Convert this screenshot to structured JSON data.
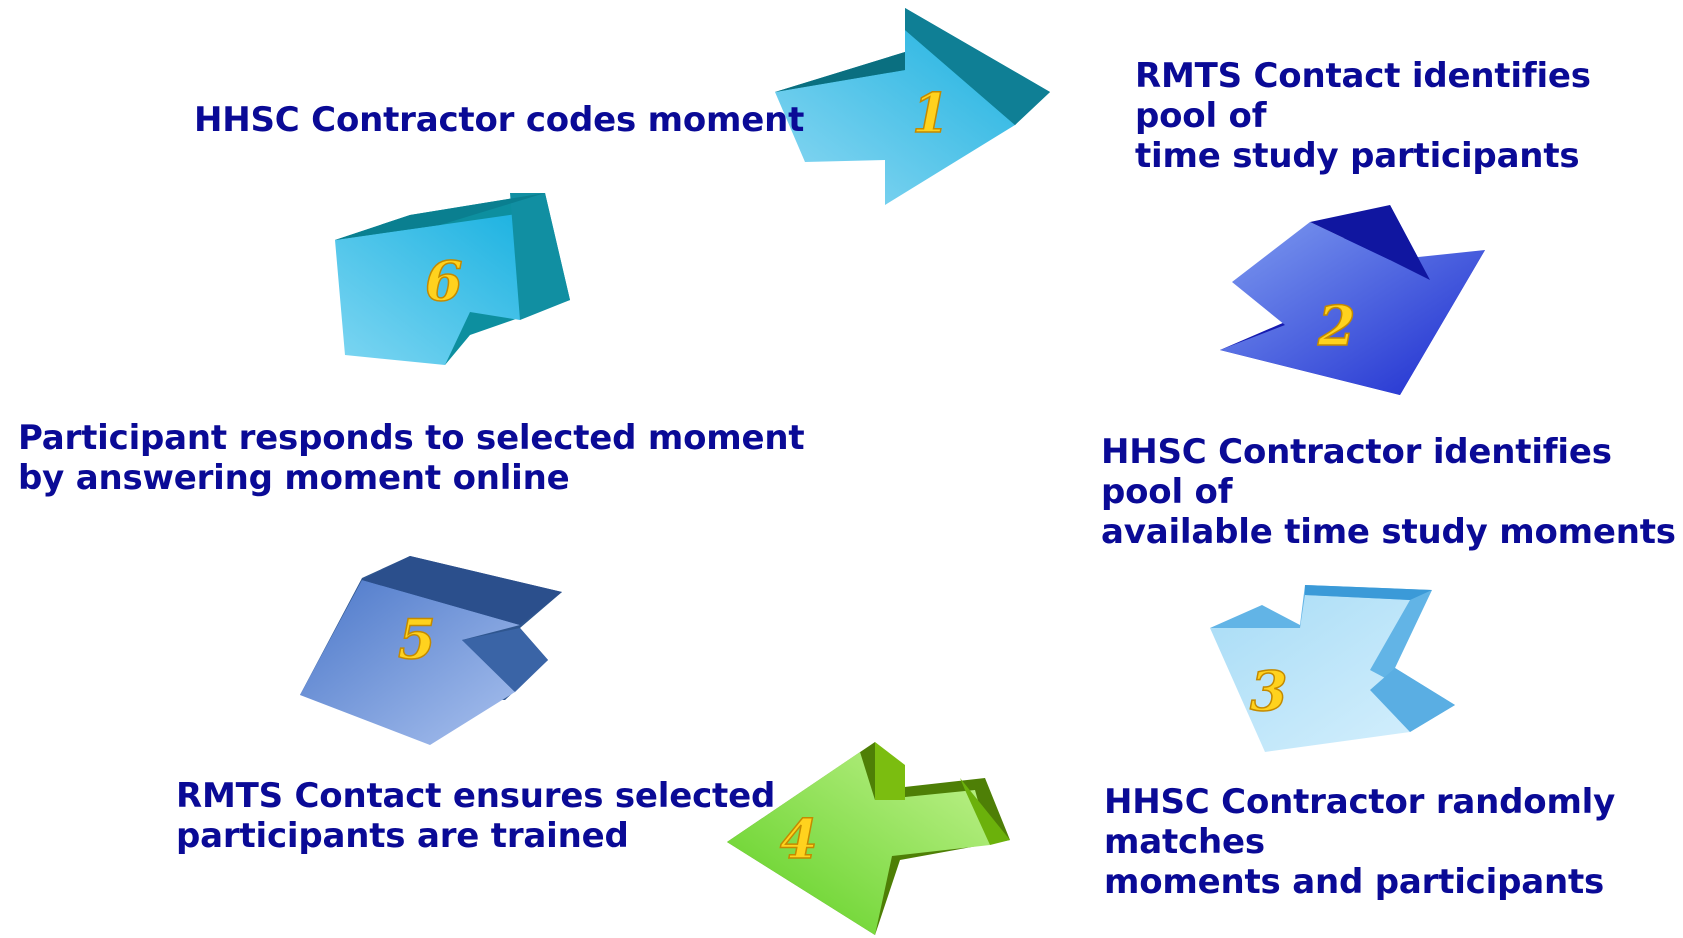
{
  "steps": [
    {
      "number": "1",
      "lines": [
        "RMTS Contact identifies pool of",
        "time study participants"
      ],
      "color": "#2bb7de"
    },
    {
      "number": "2",
      "lines": [
        "HHSC Contractor identifies pool of",
        "available time study moments"
      ],
      "color": "#2a3fd6"
    },
    {
      "number": "3",
      "lines": [
        "HHSC Contractor randomly matches",
        "moments and participants"
      ],
      "color": "#bfe6fb"
    },
    {
      "number": "4",
      "lines": [
        "RMTS Contact ensures selected",
        "participants are trained"
      ],
      "color": "#7fd23c"
    },
    {
      "number": "5",
      "lines": [
        "Participant responds to selected moment",
        "by answering moment online"
      ],
      "color": "#5b82d6"
    },
    {
      "number": "6",
      "lines": [
        "HHSC Contractor codes moment"
      ],
      "color": "#2bb7de"
    }
  ]
}
